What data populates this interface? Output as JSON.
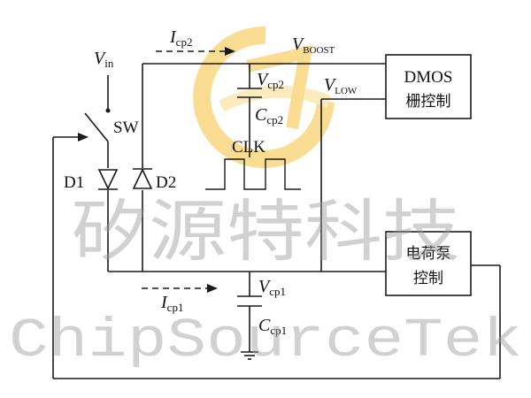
{
  "labels": {
    "vin": "V",
    "vin_sub": "in",
    "sw": "SW",
    "d1": "D1",
    "d2": "D2",
    "icp2": "I",
    "icp2_sub": "cp2",
    "icp1": "I",
    "icp1_sub": "cp1",
    "vboost": "V",
    "vboost_sub": "BOOST",
    "vlow": "V",
    "vlow_sub": "LOW",
    "vcp2": "V",
    "vcp2_sub": "cp2",
    "ccp2": "C",
    "ccp2_sub": "cp2",
    "vcp1": "V",
    "vcp1_sub": "cp1",
    "ccp1": "C",
    "ccp1_sub": "cp1",
    "clk": "CLK"
  },
  "blocks": {
    "dmos_line1": "DMOS",
    "dmos_line2": "栅控制",
    "pump_line1": "电荷泵",
    "pump_line2": "控制"
  },
  "watermark": {
    "cn": "矽源特科技",
    "en": "ChipSourceTek",
    "logo_colors": [
      "#f6c23a",
      "#f9dc8a"
    ]
  }
}
